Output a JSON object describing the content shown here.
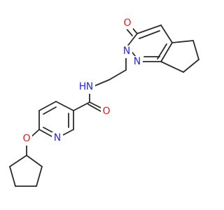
{
  "molecule": {
    "atoms": {
      "o_ketone": "O",
      "n_ring1": "N",
      "n_ring2": "N",
      "nh": "N",
      "h": "H",
      "o_amide": "O",
      "n_pyridine": "N",
      "o_ether": "O"
    },
    "colors": {
      "bond": "#2b2b2b",
      "nitrogen": "#2b2bd6",
      "oxygen": "#e02020"
    }
  }
}
